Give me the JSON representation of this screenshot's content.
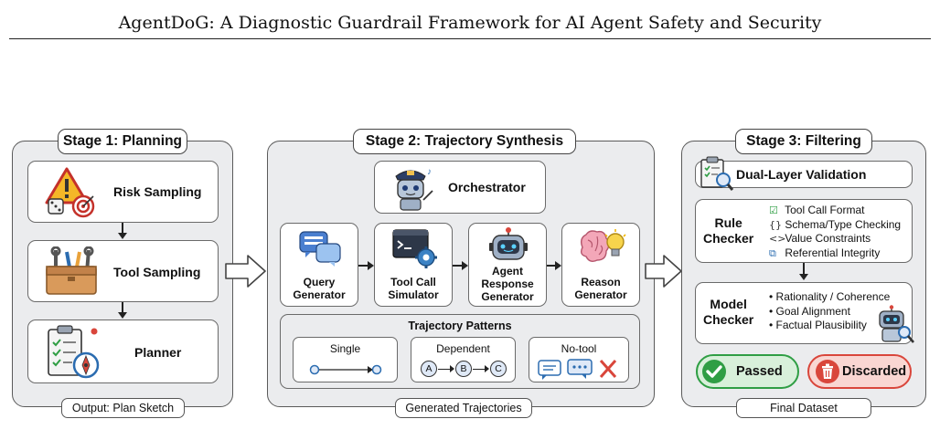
{
  "header": {
    "title": "AgentDoG: A Diagnostic Guardrail Framework for AI Agent Safety and Security"
  },
  "stage1": {
    "title": "Stage 1: Planning",
    "cards": [
      {
        "label": "Risk Sampling",
        "icon": "warning-dice-target-icon"
      },
      {
        "label": "Tool Sampling",
        "icon": "toolbox-icon"
      },
      {
        "label": "Planner",
        "icon": "clipboard-compass-icon"
      }
    ],
    "footer": "Output: Plan Sketch"
  },
  "stage2": {
    "title": "Stage 2: Trajectory Synthesis",
    "orchestrator": {
      "label": "Orchestrator",
      "icon": "robot-conductor-icon"
    },
    "generators": [
      {
        "label_line1": "Query",
        "label_line2": "Generator",
        "icon": "chat-bubbles-icon"
      },
      {
        "label_line1": "Tool Call",
        "label_line2": "Simulator",
        "icon": "terminal-gear-icon"
      },
      {
        "label_line1": "Agent",
        "label_line2": "Response",
        "label_line3": "Generator",
        "icon": "robot-head-icon"
      },
      {
        "label_line1": "Reason",
        "label_line2": "Generator",
        "icon": "brain-bulb-icon"
      }
    ],
    "patterns": {
      "title": "Trajectory Patterns",
      "items": [
        {
          "label": "Single"
        },
        {
          "label": "Dependent",
          "nodes": [
            "A",
            "B",
            "C"
          ]
        },
        {
          "label": "No-tool"
        }
      ]
    },
    "footer": "Generated Trajectories"
  },
  "stage3": {
    "title": "Stage 3: Filtering",
    "validation": {
      "label": "Dual-Layer Validation",
      "icon": "clipboard-magnifier-icon"
    },
    "rule_checker": {
      "label_line1": "Rule",
      "label_line2": "Checker",
      "items": [
        {
          "symbol": "☑",
          "text": "Tool Call Format"
        },
        {
          "symbol": "{}",
          "text": "Schema/Type Checking"
        },
        {
          "symbol": "<>",
          "text": "Value Constraints"
        },
        {
          "symbol": "⧉",
          "text": "Referential Integrity"
        }
      ]
    },
    "model_checker": {
      "label_line1": "Model",
      "label_line2": "Checker",
      "items": [
        {
          "text": "Rationality / Coherence"
        },
        {
          "text": "Goal Alignment"
        },
        {
          "text": "Factual Plausibility"
        }
      ]
    },
    "passed": {
      "label": "Passed",
      "color": "#2f9e44"
    },
    "discarded": {
      "label": "Discarded",
      "color": "#d9463b"
    },
    "footer": "Final Dataset"
  }
}
